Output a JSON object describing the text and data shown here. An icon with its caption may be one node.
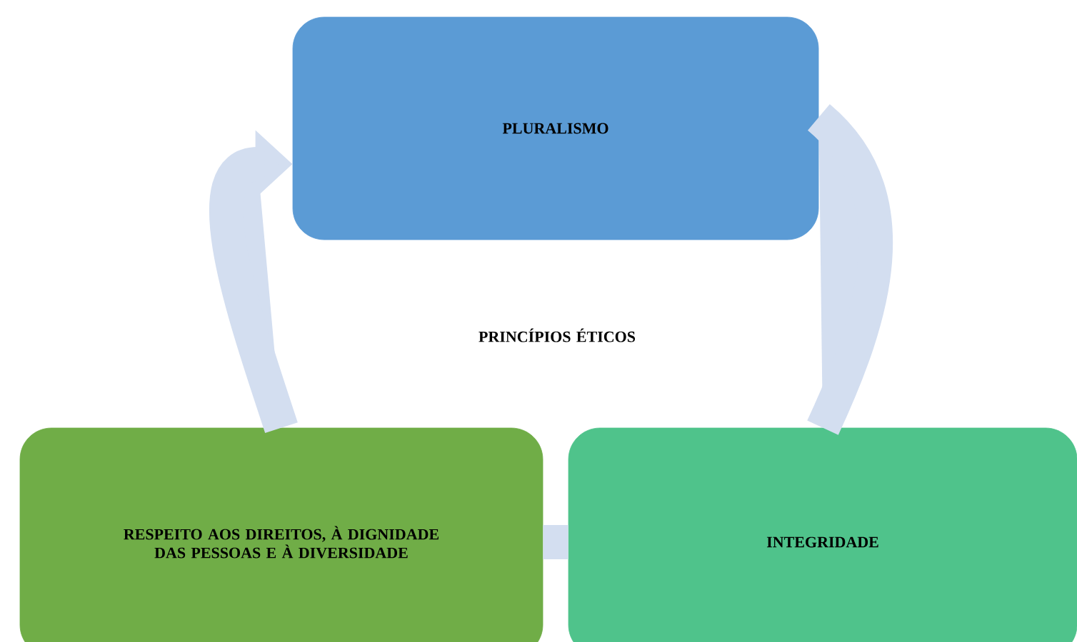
{
  "diagram": {
    "nodes": [
      {
        "text": [
          "PLURALISMO"
        ]
      },
      {
        "text": [
          "RESPEITO AOS DIREITOS, À DIGNIDADE DAS PESSOAS E À DIVERSIDADE"
        ]
      },
      {
        "text": [
          "INTEGRIDADE"
        ]
      }
    ],
    "edges": [
      {
        "from": 0,
        "to": 2,
        "arrow": "none"
      },
      {
        "from": 2,
        "to": 1,
        "arrow": "none"
      },
      {
        "from": 1,
        "to": 0,
        "arrow": "to"
      }
    ],
    "labels": [
      "PRINCÍPIOS ÉTICOS"
    ]
  }
}
